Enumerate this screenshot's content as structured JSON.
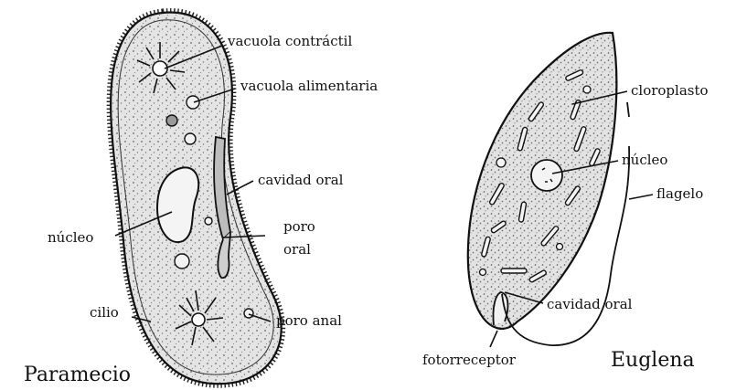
{
  "paramecio": {
    "title": "Paramecio",
    "labels": {
      "vacuola_contractil": "vacuola contráctil",
      "vacuola_alimentaria": "vacuola alimentaria",
      "cavidad_oral": "cavidad oral",
      "poro_oral_line1": "poro",
      "poro_oral_line2": "oral",
      "nucleo": "núcleo",
      "cilio": "cilio",
      "poro_anal": "poro anal"
    }
  },
  "euglena": {
    "title": "Euglena",
    "labels": {
      "cloroplasto": "cloroplasto",
      "nucleo": "núcleo",
      "flagelo": "flagelo",
      "cavidad_oral": "cavidad oral",
      "fotorreceptor": "fotorreceptor"
    }
  },
  "colors": {
    "ink": "#111111",
    "cell_fill": "#e6e6e6",
    "background": "#ffffff"
  }
}
